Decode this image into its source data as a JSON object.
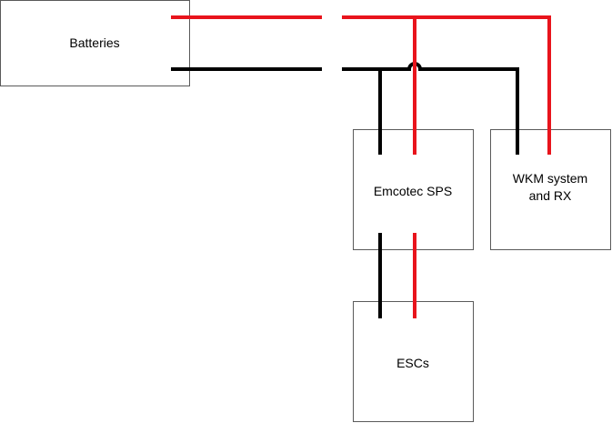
{
  "colors": {
    "positive_wire": "#e8141c",
    "negative_wire": "#000000",
    "box_border": "#5a5a5a"
  },
  "nodes": {
    "batteries": {
      "label": "Batteries"
    },
    "emcotec": {
      "label": "Emcotec SPS"
    },
    "wkm": {
      "label_line1": "WKM system",
      "label_line2": "and RX"
    },
    "escs": {
      "label": "ESCs"
    }
  },
  "connections": [
    {
      "from": "batteries",
      "to": "emcotec",
      "polarity": "positive"
    },
    {
      "from": "batteries",
      "to": "emcotec",
      "polarity": "negative"
    },
    {
      "from": "batteries",
      "to": "wkm",
      "polarity": "positive"
    },
    {
      "from": "batteries",
      "to": "wkm",
      "polarity": "negative"
    },
    {
      "from": "emcotec",
      "to": "escs",
      "polarity": "positive"
    },
    {
      "from": "emcotec",
      "to": "escs",
      "polarity": "negative"
    }
  ]
}
